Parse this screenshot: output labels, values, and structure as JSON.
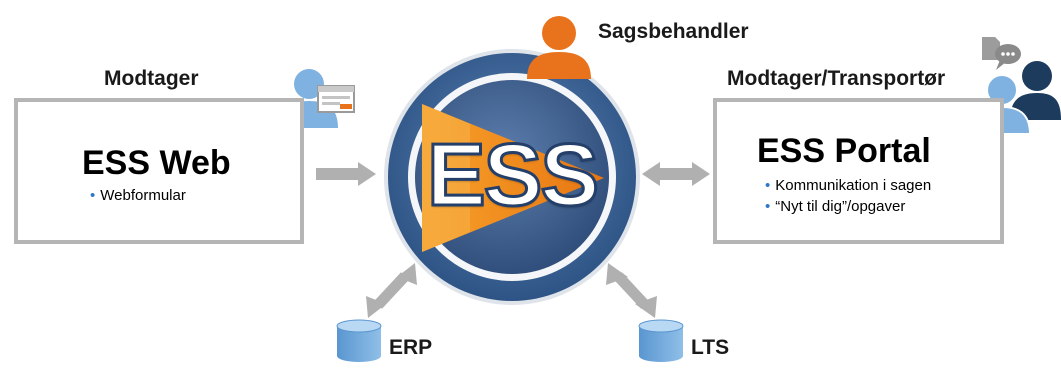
{
  "left": {
    "role_label": "Modtager",
    "box_title": "ESS Web",
    "bullets": [
      "Webformular"
    ]
  },
  "right": {
    "role_label": "Modtager/Transportør",
    "box_title": "ESS Portal",
    "bullets": [
      "Kommunikation i sagen",
      "“Nyt til dig”/opgaver"
    ]
  },
  "center": {
    "logo_text": "ESS",
    "caseworker_label": "Sagsbehandler"
  },
  "databases": [
    {
      "label": "ERP"
    },
    {
      "label": "LTS"
    }
  ],
  "colors": {
    "box_border": "#b5b5b5",
    "arrow": "#b0b0b0",
    "person_blue": "#7fb2e0",
    "person_orange": "#e8731c",
    "person_navy": "#1d3b5c",
    "logo_ring": "#3c6496",
    "logo_orange": "#f28c1e",
    "bullet_blue": "#2e78c8"
  }
}
